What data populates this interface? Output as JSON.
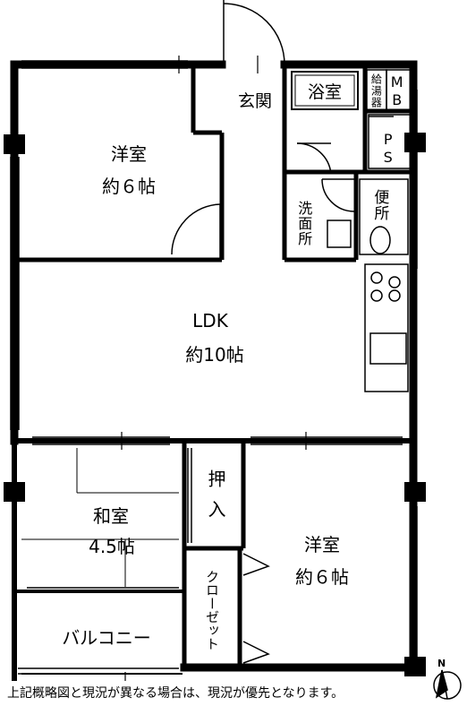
{
  "rooms": {
    "western_room_1": {
      "name": "洋室",
      "size": "約６帖"
    },
    "entrance": {
      "name": "玄関"
    },
    "bath": {
      "name": "浴室"
    },
    "water_heater": {
      "name": "給湯器"
    },
    "meter_box": {
      "name": "MB"
    },
    "pipe_space": {
      "name": "PS"
    },
    "washroom": {
      "name": "洗面所"
    },
    "toilet": {
      "name": "便所"
    },
    "ldk": {
      "name": "LDK",
      "size": "約10帖"
    },
    "japanese_room": {
      "name": "和室",
      "size": "4.5帖"
    },
    "oshiire": {
      "name": "押入"
    },
    "closet": {
      "name": "クローゼット"
    },
    "western_room_2": {
      "name": "洋室",
      "size": "約６帖"
    },
    "balcony": {
      "name": "バルコニー"
    }
  },
  "footer": {
    "note": "上記概略図と現況が異なる場合は、現況が優先となります。"
  },
  "compass": {
    "label": "N"
  }
}
